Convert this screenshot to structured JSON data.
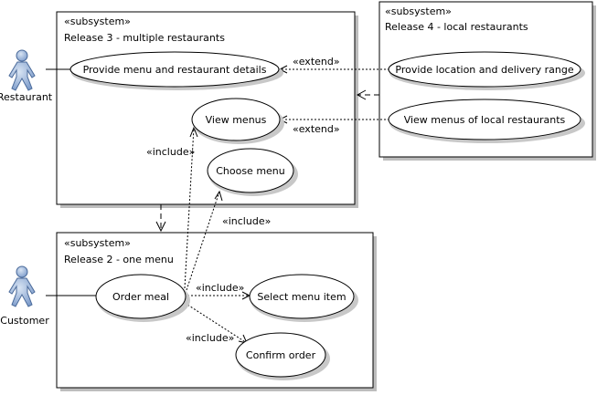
{
  "subsystems": {
    "release3": {
      "stereotype": "«subsystem»",
      "name": "Release 3 - multiple restaurants"
    },
    "release4": {
      "stereotype": "«subsystem»",
      "name": "Release 4 - local restaurants"
    },
    "release2": {
      "stereotype": "«subsystem»",
      "name": "Release 2 - one menu"
    }
  },
  "actors": {
    "restaurant": "Restaurant",
    "customer": "Customer"
  },
  "use_cases": {
    "provide_menu": "Provide menu and restaurant details",
    "view_menus": "View menus",
    "choose_menu": "Choose menu",
    "provide_location": "Provide location and delivery range",
    "view_local_menus": "View menus of local restaurants",
    "order_meal": "Order meal",
    "select_menu_item": "Select menu item",
    "confirm_order": "Confirm order"
  },
  "relations": {
    "extend_1": "«extend»",
    "extend_2": "«extend»",
    "include_view": "«include»",
    "include_choose": "«include»",
    "include_select": "«include»",
    "include_confirm": "«include»"
  },
  "colors": {
    "actor_fill": "#a9bfdc",
    "actor_stroke": "#4a6a9a",
    "shadow": "#bdbdbd"
  }
}
